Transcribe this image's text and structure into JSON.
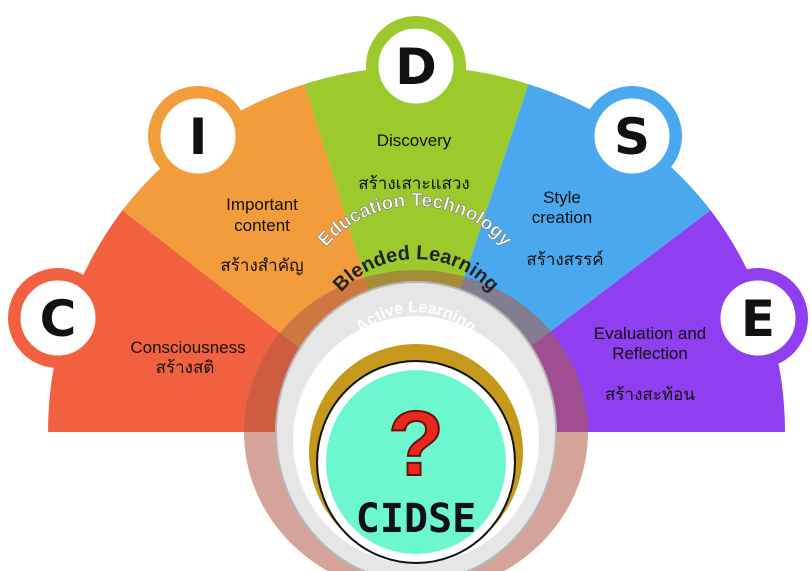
{
  "segments": [
    {
      "letter": "C",
      "title_lines": [
        "Consciousness"
      ],
      "thai": "สร้างสติ",
      "color": "#f2613f"
    },
    {
      "letter": "I",
      "title_lines": [
        "Important",
        "content"
      ],
      "thai": "สร้างสำคัญ",
      "color": "#f39c3c"
    },
    {
      "letter": "D",
      "title_lines": [
        "Discovery"
      ],
      "thai": "สร้างเสาะแสวง",
      "color": "#9cc92b"
    },
    {
      "letter": "S",
      "title_lines": [
        "Style",
        "creation"
      ],
      "thai": "สร้างสรรค์",
      "color": "#4aa8ee"
    },
    {
      "letter": "E",
      "title_lines": [
        "Evaluation and",
        "Reflection"
      ],
      "thai": "สร้างสะท้อน",
      "color": "#8f3ff0"
    }
  ],
  "rings": {
    "outer": "Education Technology",
    "middle": "Blended Learning",
    "inner": "Active Learning"
  },
  "center": {
    "symbol": "?",
    "title": "CIDSE",
    "color": "#6df7cf",
    "question_color": "#e8271f"
  }
}
